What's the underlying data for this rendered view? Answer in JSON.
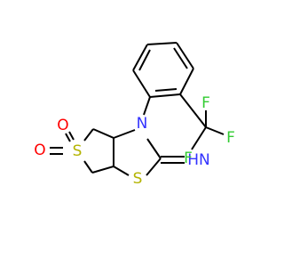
{
  "molecule": {
    "atoms": {
      "n_ring": {
        "symbol": "N",
        "color": "#3333ff"
      },
      "s_ring": {
        "symbol": "S",
        "color": "#b3b300"
      },
      "s_sulfone": {
        "symbol": "S",
        "color": "#b3b300"
      },
      "o_top": {
        "symbol": "O",
        "color": "#ff0000"
      },
      "o_left": {
        "symbol": "O",
        "color": "#ff0000"
      },
      "imine": {
        "symbol": "HN",
        "color": "#3333ff"
      },
      "f_top": {
        "symbol": "F",
        "color": "#33cc33"
      },
      "f_right": {
        "symbol": "F",
        "color": "#33cc33"
      },
      "f_bottom": {
        "symbol": "F",
        "color": "#33cc33"
      }
    },
    "bond_color": "#000000"
  }
}
